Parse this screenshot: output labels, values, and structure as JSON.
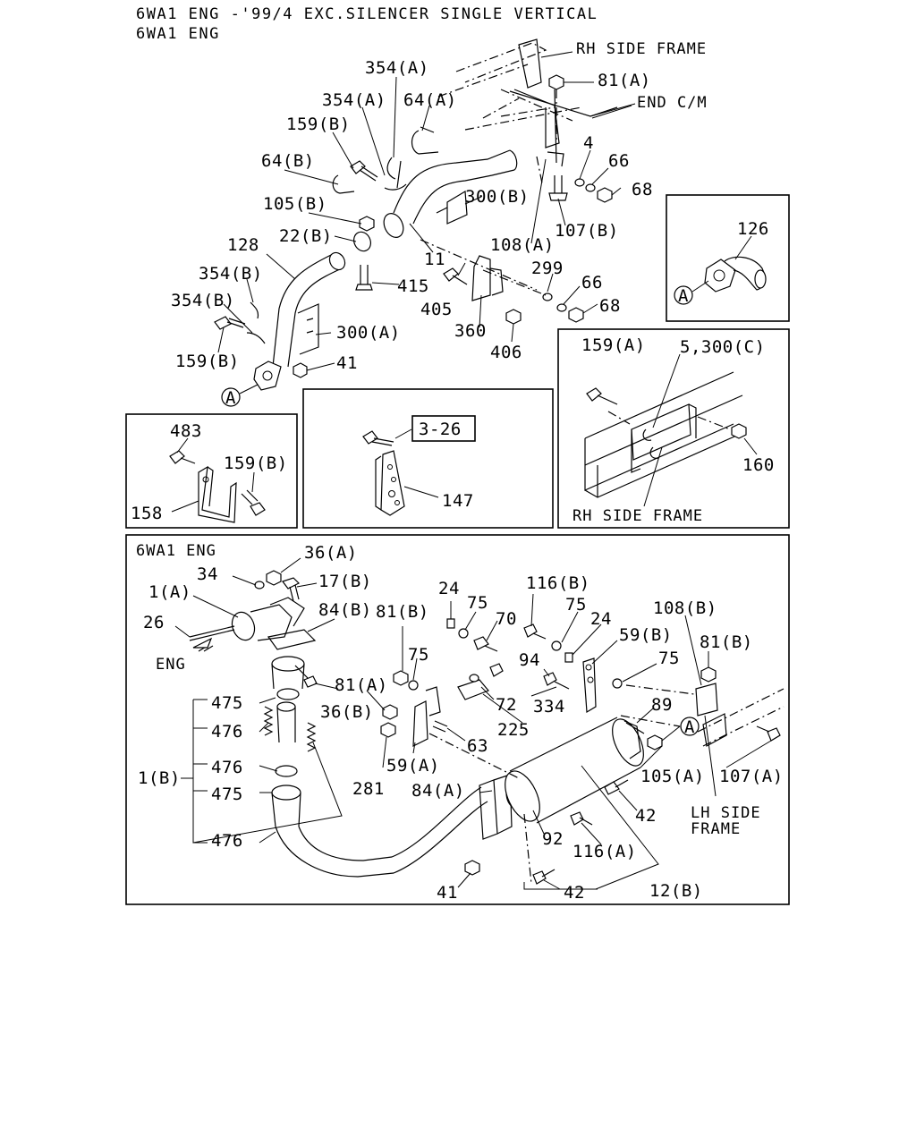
{
  "header": {
    "line1": "6WA1 ENG -'99/4 EXC.SILENCER SINGLE VERTICAL",
    "line2": "6WA1 ENG"
  },
  "upper": {
    "labels": {
      "l354a_1": "354(A)",
      "l354a_2": "354(A)",
      "l64a": "64(A)",
      "l159b_1": "159(B)",
      "l64b": "64(B)",
      "l105b": "105(B)",
      "l22b": "22(B)",
      "l128": "128",
      "l354b_1": "354(B)",
      "l354b_2": "354(B)",
      "l159b_2": "159(B)",
      "l300a": "300(A)",
      "l41": "41",
      "l11": "11",
      "l415": "415",
      "l405": "405",
      "l360": "360",
      "l406": "406",
      "l300b": "300(B)",
      "l108a": "108(A)",
      "l107b": "107(B)",
      "l4": "4",
      "l66_1": "66",
      "l68_1": "68",
      "l81a": "81(A)",
      "l299": "299",
      "l66_2": "66",
      "l68_2": "68",
      "rh_side_frame": "RH SIDE FRAME",
      "end_cm": "END C/M",
      "ref_a": "A"
    }
  },
  "inset_126": {
    "l126": "126",
    "ref_a": "A"
  },
  "inset_right": {
    "l159a": "159(A)",
    "l5_300c": "5,300(C)",
    "l160": "160",
    "frame_label": "RH SIDE FRAME"
  },
  "inset_left": {
    "l483": "483",
    "l159b": "159(B)",
    "l158": "158"
  },
  "inset_mid": {
    "ref_box": "3-26",
    "l147": "147"
  },
  "lower": {
    "title": "6WA1 ENG",
    "labels": {
      "l36a": "36(A)",
      "l34": "34",
      "l17b": "17(B)",
      "l1a": "1(A)",
      "l26": "26",
      "l84b": "84(B)",
      "eng": "ENG",
      "l475_1": "475",
      "l476_1": "476",
      "l1b": "1(B)",
      "l476_2": "476",
      "l475_2": "475",
      "l476_3": "476",
      "l36b": "36(B)",
      "l81a": "81(A)",
      "l81b_1": "81(B)",
      "l24_1": "24",
      "l75_1": "75",
      "l70": "70",
      "l75_2": "75",
      "l72": "72",
      "l225": "225",
      "l63": "63",
      "l59a": "59(A)",
      "l281": "281",
      "l116b": "116(B)",
      "l75_3": "75",
      "l24_2": "24",
      "l59b": "59(B)",
      "l94": "94",
      "l334": "334",
      "l75_4": "75",
      "l108b": "108(B)",
      "l81b_2": "81(B)",
      "l89": "89",
      "ref_a": "A",
      "l105a": "105(A)",
      "l107a": "107(A)",
      "lh_side": "LH SIDE",
      "frame": "FRAME",
      "l84a": "84(A)",
      "l42_1": "42",
      "l92": "92",
      "l116a": "116(A)",
      "l12b": "12(B)",
      "l41": "41",
      "l42_2": "42"
    }
  }
}
